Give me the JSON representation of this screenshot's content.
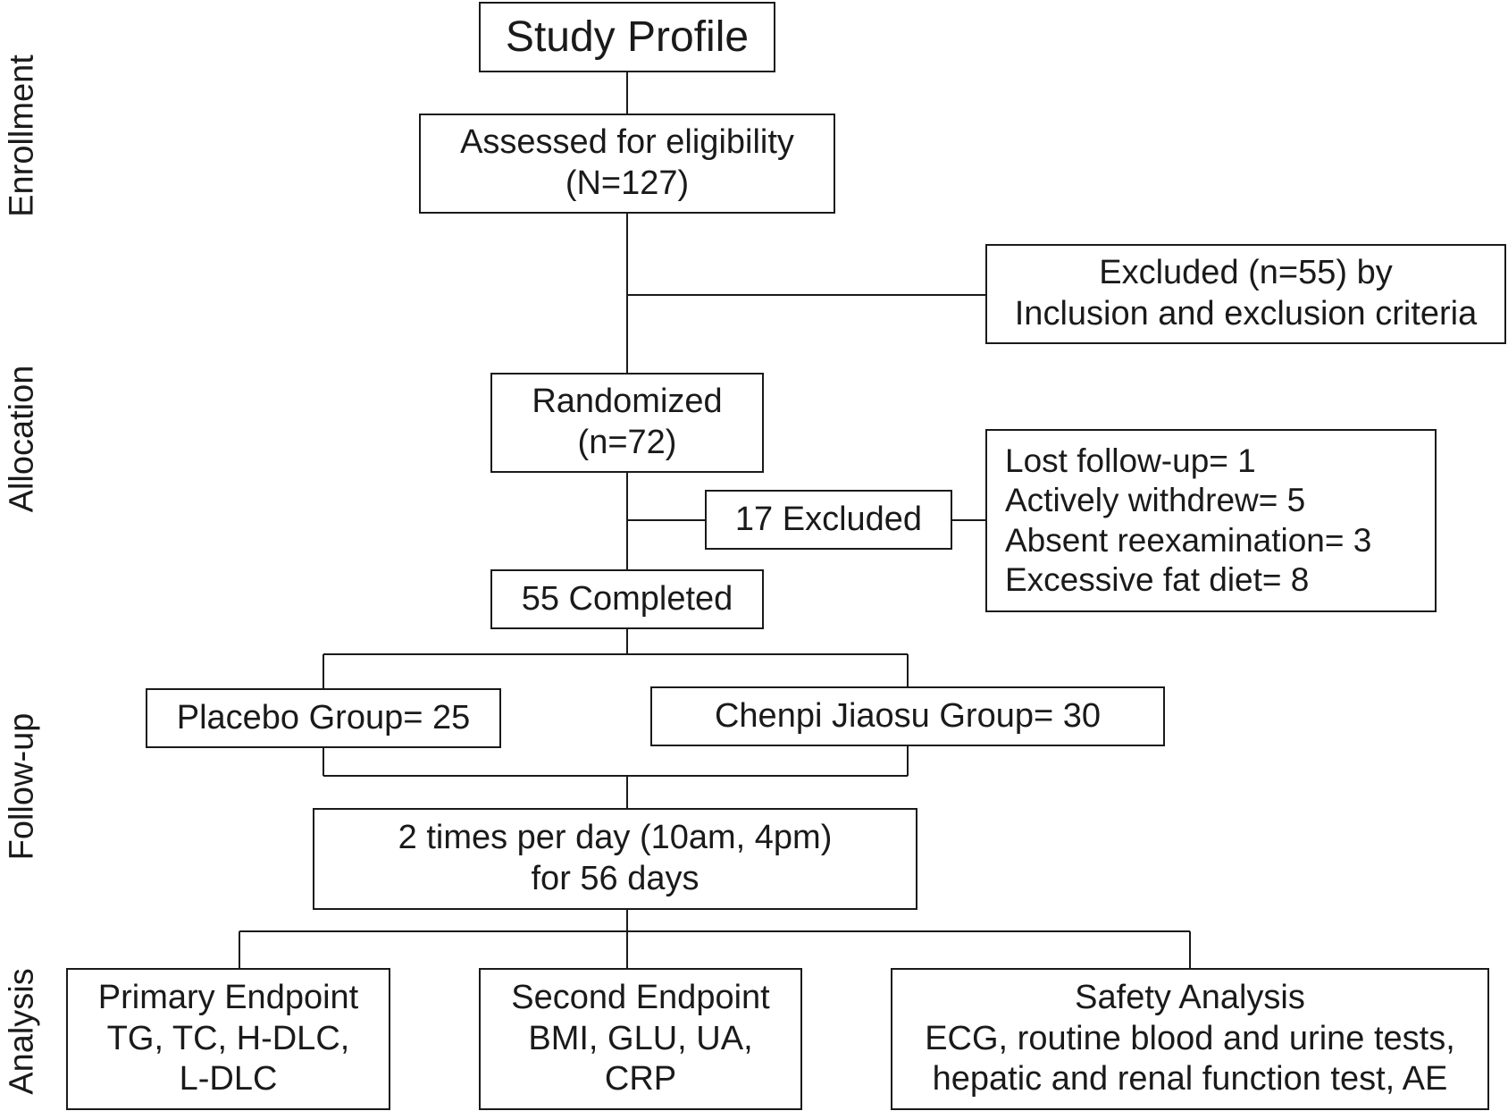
{
  "title": "Study Profile",
  "stages": {
    "enrollment": "Enrollment",
    "allocation": "Allocation",
    "follow_up": "Follow-up",
    "analysis": "Analysis"
  },
  "assessed": {
    "line1": "Assessed for eligibility",
    "line2": "(N=127)"
  },
  "excluded_criteria": {
    "line1": "Excluded (n=55) by",
    "line2": "Inclusion and exclusion criteria"
  },
  "randomized": {
    "line1": "Randomized",
    "line2": "(n=72)"
  },
  "excluded_17": "17  Excluded",
  "exclusion_reasons": [
    "Lost follow-up= 1",
    "Actively withdrew= 5",
    "Absent reexamination= 3",
    "Excessive fat diet= 8"
  ],
  "completed": "55  Completed",
  "placebo_group": "Placebo Group= 25",
  "chenpi_group": "Chenpi Jiaosu Group= 30",
  "dosing": {
    "line1": "2 times per day (10am, 4pm)",
    "line2": "for 56 days"
  },
  "primary": {
    "title": "Primary Endpoint",
    "line1": "TG, TC, H-DLC,",
    "line2": "L-DLC"
  },
  "second": {
    "title": "Second Endpoint",
    "line1": "BMI, GLU, UA,",
    "line2": "CRP"
  },
  "safety": {
    "title": "Safety Analysis",
    "line1": "ECG, routine blood and urine tests,",
    "line2": "hepatic and renal function test, AE"
  }
}
